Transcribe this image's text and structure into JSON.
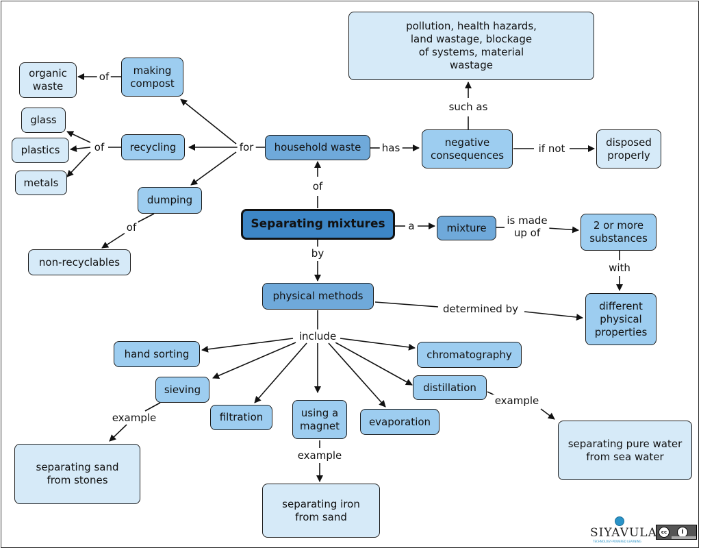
{
  "nodes": {
    "organic_waste": "organic\nwaste",
    "making_compost": "making\ncompost",
    "glass": "glass",
    "plastics": "plastics",
    "metals": "metals",
    "recycling": "recycling",
    "dumping": "dumping",
    "non_recyclables": "non-recyclables",
    "household_waste": "household waste",
    "negative_consequences": "negative\nconsequences",
    "pollution": "pollution, health hazards,\nland wastage, blockage\nof systems, material\nwastage",
    "disposed_properly": "disposed\nproperly",
    "separating_mixtures": "Separating mixtures",
    "mixture": "mixture",
    "substances": "2 or more\nsubstances",
    "physical_methods": "physical methods",
    "physical_properties": "different\nphysical\nproperties",
    "hand_sorting": "hand sorting",
    "sieving": "sieving",
    "filtration": "filtration",
    "magnet": "using a\nmagnet",
    "evaporation": "evaporation",
    "distillation": "distillation",
    "chromatography": "chromatography",
    "sand_stones": "separating sand\nfrom stones",
    "iron_sand": "separating iron\nfrom sand",
    "pure_water": "separating pure water\nfrom sea water"
  },
  "labels": {
    "of_compost": "of",
    "of_recycling": "of",
    "for": "for",
    "of_dumping": "of",
    "has": "has",
    "such_as": "such as",
    "if_not": "if not",
    "of_household": "of",
    "a": "a",
    "is_made_up_of": "is made\nup of",
    "with": "with",
    "by": "by",
    "determined_by": "determined by",
    "include": "include",
    "example_sieving": "example",
    "example_magnet": "example",
    "example_distillation": "example"
  },
  "logo": {
    "name": "SIYAVULA",
    "tagline": "TECHNOLOGY-POWERED LEARNING"
  },
  "license": {
    "cc": "cc",
    "by": "i"
  }
}
